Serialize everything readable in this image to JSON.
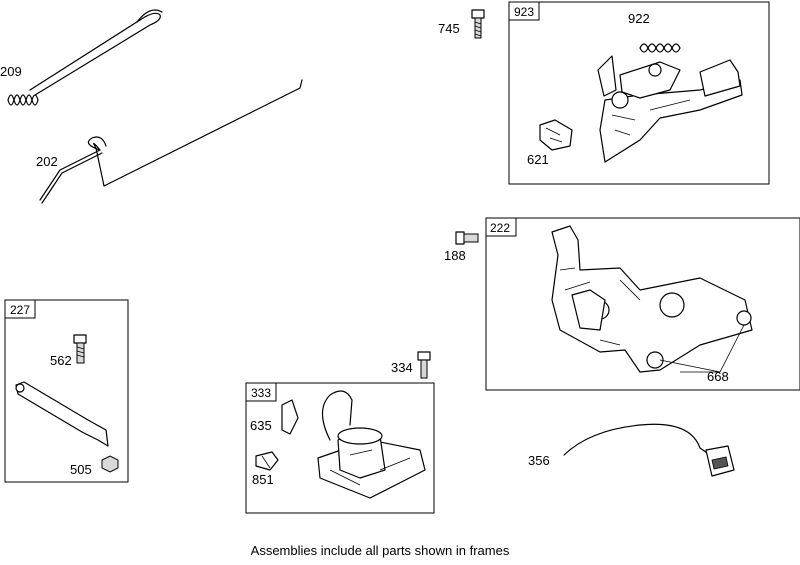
{
  "labels": {
    "p209": "209",
    "p202": "202",
    "p745": "745",
    "p923": "923",
    "p922": "922",
    "p621": "621",
    "p188": "188",
    "p222": "222",
    "p668": "668",
    "p227": "227",
    "p562": "562",
    "p505": "505",
    "p334": "334",
    "p333": "333",
    "p635": "635",
    "p851": "851",
    "p356": "356"
  },
  "caption": "Assemblies include all parts shown in frames"
}
